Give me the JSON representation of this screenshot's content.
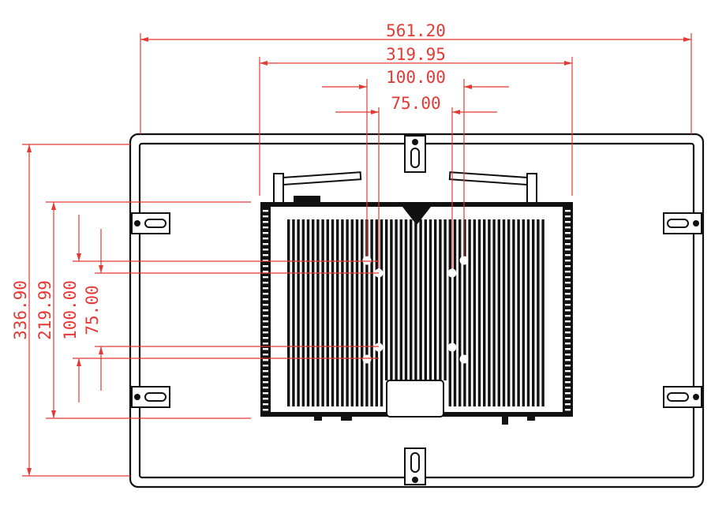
{
  "dimensions": {
    "overall_width": "561.20",
    "mounting_width": "319.95",
    "vesa_100_width": "100.00",
    "vesa_75_width": "75.00",
    "overall_height": "336.90",
    "mounting_height": "219.99",
    "vesa_100_height": "100.00",
    "vesa_75_height": "75.00"
  },
  "colors": {
    "dimension": "#e53935",
    "outline": "#111111"
  }
}
